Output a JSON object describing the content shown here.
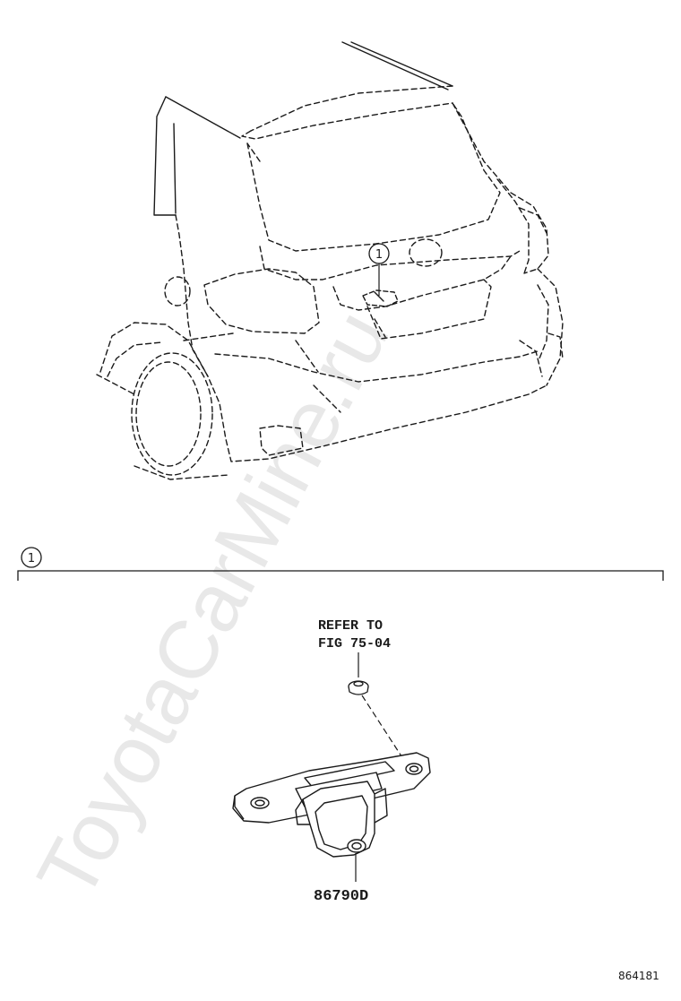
{
  "callout_number": "1",
  "section_marker": "1",
  "refer_line1": "REFER TO",
  "refer_line2": "FIG 75-04",
  "part_number": "86790D",
  "figure_id": "864181",
  "watermark": "ToyotaCarMine.ru",
  "colors": {
    "line": "#1a1a1a",
    "watermark": "#e6e6e6"
  }
}
